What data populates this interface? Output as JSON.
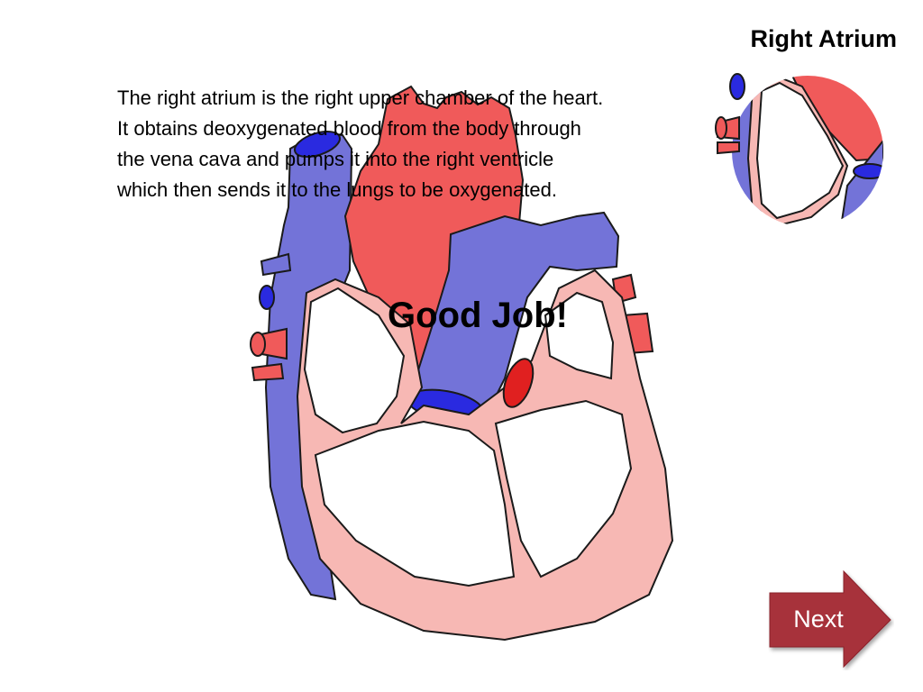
{
  "slide": {
    "title": "Right Atrium",
    "description_lines": [
      "The right atrium is the right upper chamber of the heart.",
      "It obtains deoxygenated blood from the body through",
      "the vena cava and pumps it into the right ventricle",
      "which then sends it to the lungs to be oxygenated."
    ],
    "status_message": "Good Job!"
  },
  "navigation": {
    "next_label": "Next"
  },
  "colors": {
    "oxygenated_red": "#f05a5a",
    "deoxygenated_blue": "#7373d8",
    "vessel_blue_dark": "#2a2ae0",
    "muscle_pink": "#f7b8b4",
    "next_button_fill": "#a7303a"
  }
}
